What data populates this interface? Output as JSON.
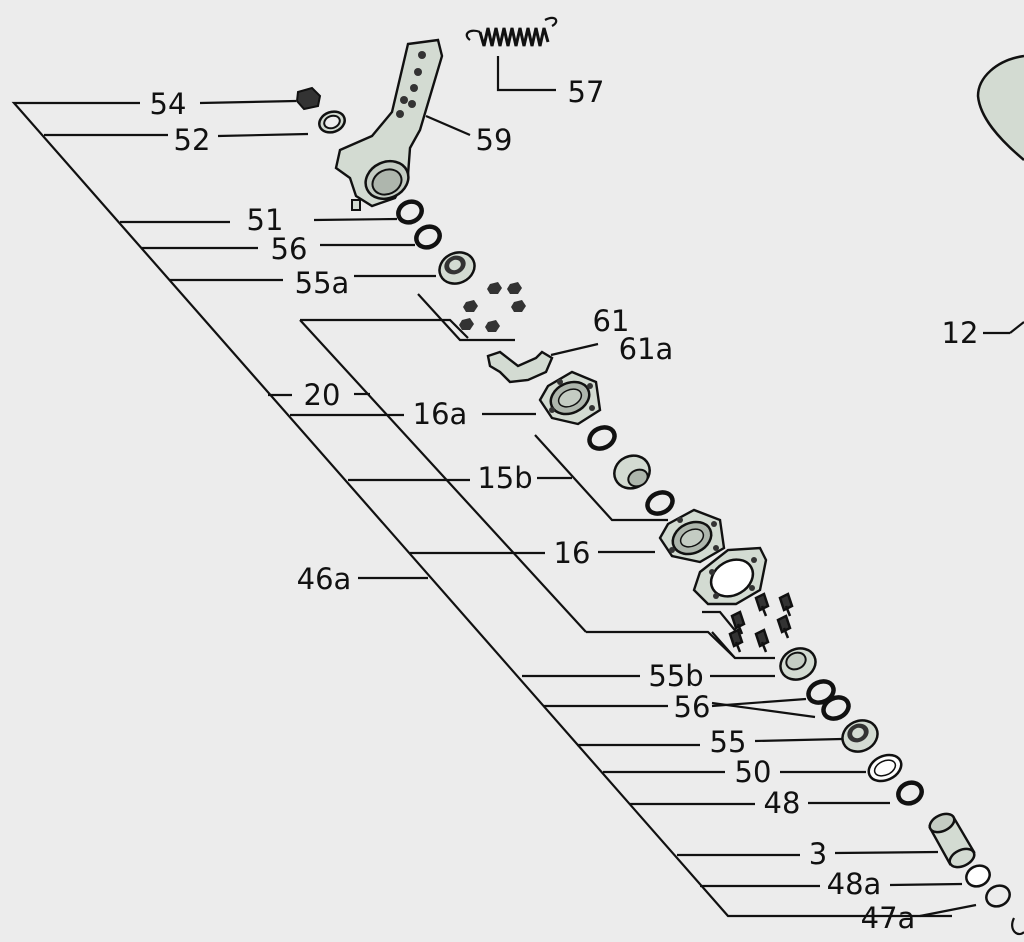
{
  "colors": {
    "background": "#ececec",
    "part_fill": "#d3dbd2",
    "line": "#111111"
  },
  "labels": {
    "l54": "54",
    "l52": "52",
    "l57": "57",
    "l59": "59",
    "l51": "51",
    "l56": "56",
    "l55a": "55a",
    "l61": "61",
    "l61a": "61a",
    "l12": "12",
    "l20": "20",
    "l16a": "16a",
    "l15b": "15b",
    "l16": "16",
    "l46a": "46a",
    "l55b": "55b",
    "l56b": "56",
    "l55": "55",
    "l50": "50",
    "l48": "48",
    "l3": "3",
    "l48a": "48a",
    "l47a": "47a"
  }
}
